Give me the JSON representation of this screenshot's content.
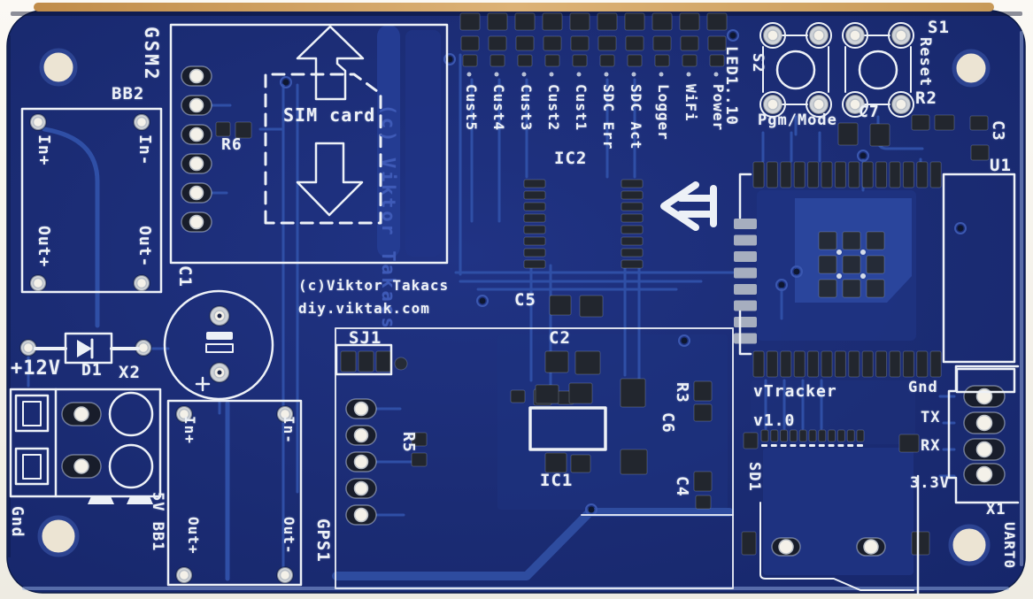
{
  "scene": {
    "type": "scanned photograph of a bare printed circuit board",
    "board_finish": "blue soldermask with white silkscreen",
    "background": "scanner white"
  },
  "board": {
    "product": "vTracker",
    "version": "v1.0",
    "author_credit": "(c)Viktor Takacs",
    "website": "diy.viktak.com",
    "copper_engraving": "(c) Viktor Takacs"
  },
  "colors": {
    "soldermask": "#1b2c74",
    "copper_trace": "#2f4fa6",
    "silkscreen": "#edf1f7",
    "pad_silver": "#d9dcdf",
    "scan_background": "#f4f1ea",
    "scan_edge_tan": "#c9995a"
  },
  "refdes": {
    "gsm2": "GSM2",
    "bb2": "BB2",
    "r6": "R6",
    "c1": "C1",
    "d1": "D1",
    "x2": "X2",
    "bb1": "5V BB1",
    "gps1": "GPS1",
    "sj1": "SJ1",
    "r5": "R5",
    "ic1": "IC1",
    "ic2": "IC2",
    "c2": "C2",
    "c5": "C5",
    "c4": "C4",
    "r3": "R3",
    "c6": "C6",
    "s2": "S2",
    "c7": "C7",
    "s1": "S1",
    "r2": "R2",
    "c3": "C3",
    "u1": "U1",
    "sd1": "SD1",
    "x1": "X1",
    "led_range": "LED1..10"
  },
  "pins": {
    "bb2_in_plus": "In+",
    "bb2_in_minus": "In-",
    "bb2_out_plus": "Out+",
    "bb2_out_minus": "Out-",
    "bb1_in_plus": "In+",
    "bb1_in_minus": "In-",
    "bb1_out_plus": "Out+",
    "bb1_out_minus": "Out-",
    "power_plus12v": "+12V",
    "power_gnd": "Gnd"
  },
  "uart": {
    "port": "UART0",
    "pins": [
      "Gnd",
      "TX",
      "RX",
      "3.3V"
    ]
  },
  "texts": {
    "sim_card": "SIM card",
    "pgm_mode": "Pgm/Mode",
    "reset": "Reset"
  },
  "led_indicators": [
    "Cust5",
    "Cust4",
    "Cust3",
    "Cust2",
    "Cust1",
    "SDC Err",
    "SDC Act",
    "Logger",
    "WiFi",
    "Power"
  ]
}
